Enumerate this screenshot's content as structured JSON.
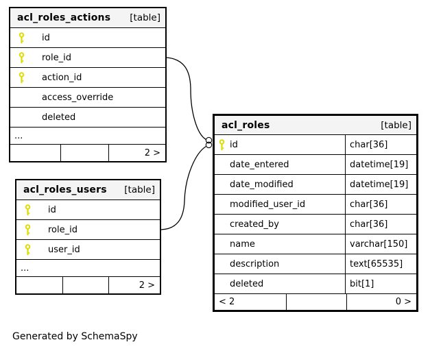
{
  "diagram": {
    "caption": "Generated by SchemaSpy",
    "colors": {
      "key_yellow": "#dddd00",
      "header_bg": "#f4f4f4",
      "border": "#000000"
    },
    "icons": {
      "primary_key": "yellow-key-icon",
      "edge_endpoint": "double-open-circle"
    },
    "tables": [
      {
        "name": "acl_roles_actions",
        "tag": "[table]",
        "columns": [
          {
            "name": "id",
            "key": true
          },
          {
            "name": "role_id",
            "key": true
          },
          {
            "name": "action_id",
            "key": true
          },
          {
            "name": "access_override",
            "key": false
          },
          {
            "name": "deleted",
            "key": false
          }
        ],
        "more_indicator": "...",
        "footer": {
          "left": "",
          "center": "",
          "right": "2 >"
        }
      },
      {
        "name": "acl_roles_users",
        "tag": "[table]",
        "columns": [
          {
            "name": "id",
            "key": true
          },
          {
            "name": "role_id",
            "key": true
          },
          {
            "name": "user_id",
            "key": true
          }
        ],
        "more_indicator": "...",
        "footer": {
          "left": "",
          "center": "",
          "right": "2 >"
        }
      },
      {
        "name": "acl_roles",
        "tag": "[table]",
        "columns": [
          {
            "name": "id",
            "type": "char[36]",
            "key": true
          },
          {
            "name": "date_entered",
            "type": "datetime[19]",
            "key": false
          },
          {
            "name": "date_modified",
            "type": "datetime[19]",
            "key": false
          },
          {
            "name": "modified_user_id",
            "type": "char[36]",
            "key": false
          },
          {
            "name": "created_by",
            "type": "char[36]",
            "key": false
          },
          {
            "name": "name",
            "type": "varchar[150]",
            "key": false
          },
          {
            "name": "description",
            "type": "text[65535]",
            "key": false
          },
          {
            "name": "deleted",
            "type": "bit[1]",
            "key": false
          }
        ],
        "footer": {
          "left": "< 2",
          "center": "",
          "right": "0 >"
        }
      }
    ],
    "relationships": [
      {
        "from_table": "acl_roles_actions",
        "from_column": "role_id",
        "to_table": "acl_roles",
        "to_column": "id"
      },
      {
        "from_table": "acl_roles_users",
        "from_column": "role_id",
        "to_table": "acl_roles",
        "to_column": "id"
      }
    ]
  }
}
